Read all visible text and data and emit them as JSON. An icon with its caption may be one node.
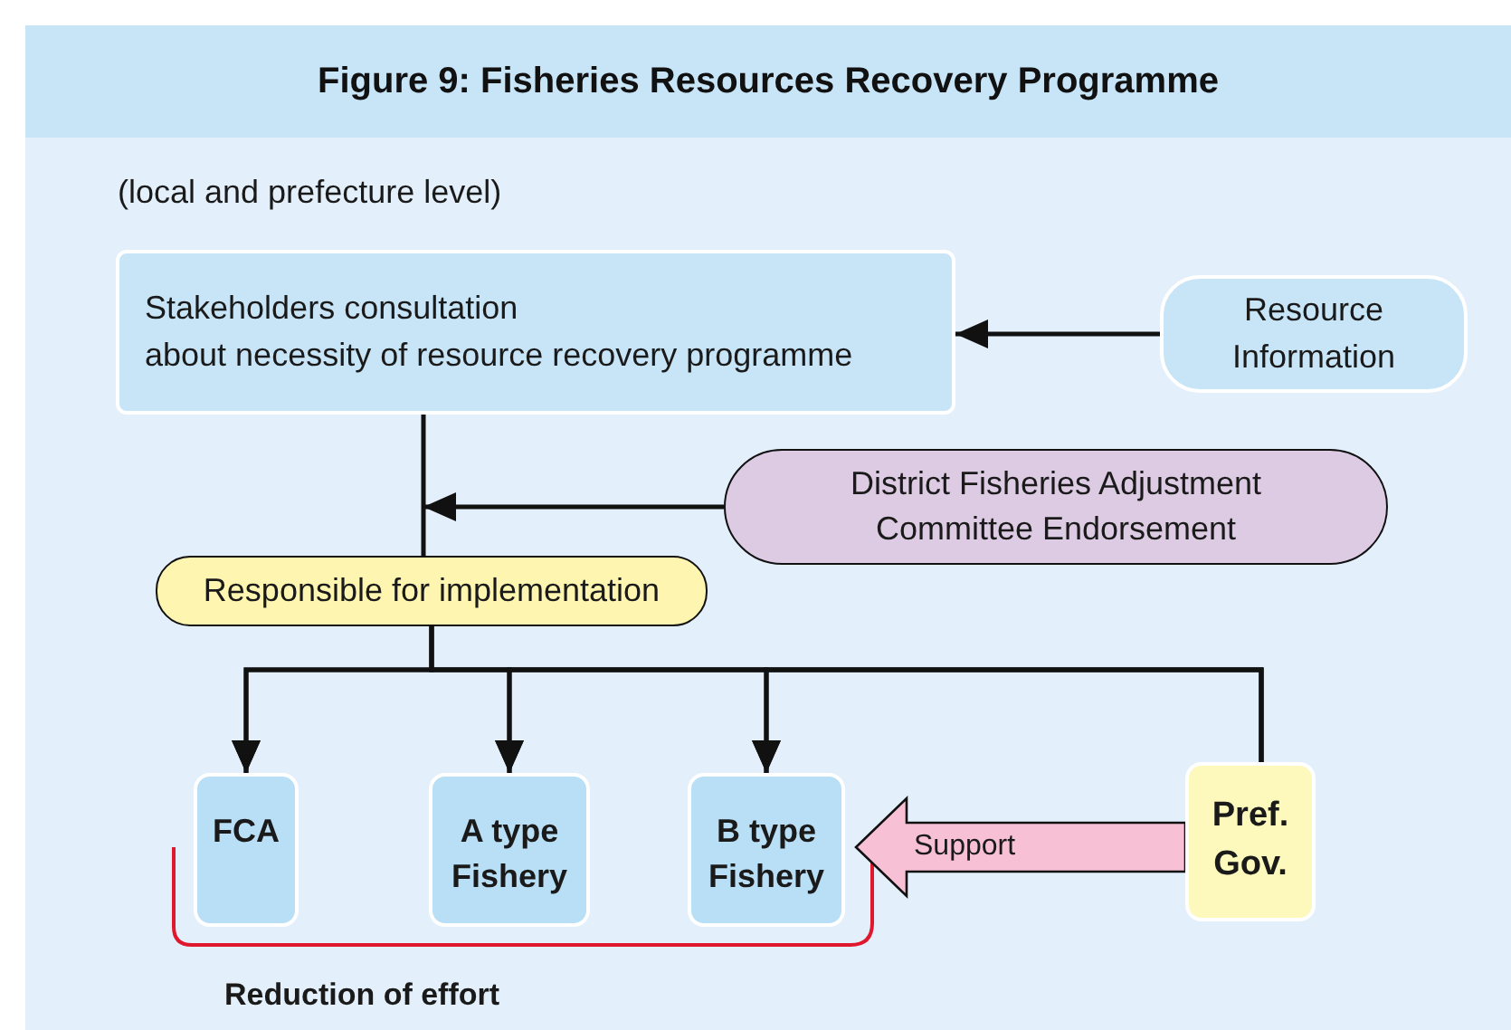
{
  "diagram": {
    "title": "Figure 9: Fisheries Resources Recovery Programme",
    "nodes": [
      {
        "text": [
          "Stakeholders consultation",
          "about necessity of resource recovery programme"
        ]
      },
      {
        "text": [
          "Resource Information"
        ]
      },
      {
        "text": [
          "District Fisheries Adjustment Committee Endorsement"
        ]
      },
      {
        "text": [
          "Responsible for implementation"
        ]
      },
      {
        "text": [
          "FCA"
        ]
      },
      {
        "text": [
          "A type Fishery"
        ]
      },
      {
        "text": [
          "B type Fishery"
        ]
      },
      {
        "text": [
          "Pref. Gov."
        ]
      }
    ],
    "edges": [
      {
        "from": 1,
        "to": 0,
        "arrow": "to"
      },
      {
        "from": 0,
        "to": 3,
        "arrow": "none"
      },
      {
        "from": 2,
        "to": 3,
        "arrow": "to"
      },
      {
        "from": 3,
        "to": 4,
        "arrow": "to"
      },
      {
        "from": 3,
        "to": 5,
        "arrow": "to"
      },
      {
        "from": 3,
        "to": 6,
        "arrow": "to"
      },
      {
        "from": 7,
        "to": 4,
        "arrow": "to"
      },
      {
        "from": 7,
        "to": 5,
        "arrow": "to"
      },
      {
        "from": 7,
        "to": 6,
        "arrow": "to"
      },
      {
        "from": 7,
        "to": 6,
        "arrow": "to",
        "label": "Support",
        "style": "thick",
        "color": "#f7c0d4"
      }
    ],
    "labels": [
      "(local and prefecture level)",
      "Reduction of effort"
    ]
  }
}
